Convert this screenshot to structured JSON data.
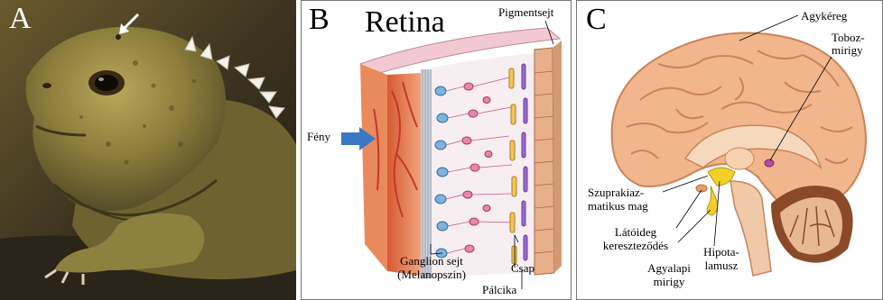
{
  "panels": {
    "a": {
      "letter": "A"
    },
    "b": {
      "letter": "B",
      "title": "Retina",
      "labels": {
        "pigment": "Pigmentsejt",
        "light": "Fény",
        "ganglion_1": "Ganglion sejt",
        "ganglion_2": "(Melanopszin)",
        "cone": "Csap",
        "rod": "Pálcika"
      }
    },
    "c": {
      "letter": "C",
      "labels": {
        "cortex": "Agykéreg",
        "pineal_1": "Toboz-",
        "pineal_2": "mirigy",
        "scn_1": "Szuprakiaz-",
        "scn_2": "matikus mag",
        "chiasm_1": "Látóideg",
        "chiasm_2": "kereszteződés",
        "pituitary_1": "Agyalapi",
        "pituitary_2": "mirigy",
        "hypo_1": "Hipota-",
        "hypo_2": "lamusz"
      }
    }
  },
  "colors": {
    "light_arrow": "#3b78c4",
    "retina_vessel_bg": "#e6784a",
    "brain": "#f2b68c",
    "brain_folds": "#c9835a",
    "hypothalamus": "#f2d02a",
    "pineal": "#b84aa0",
    "cerebellum": "#e8b890"
  }
}
